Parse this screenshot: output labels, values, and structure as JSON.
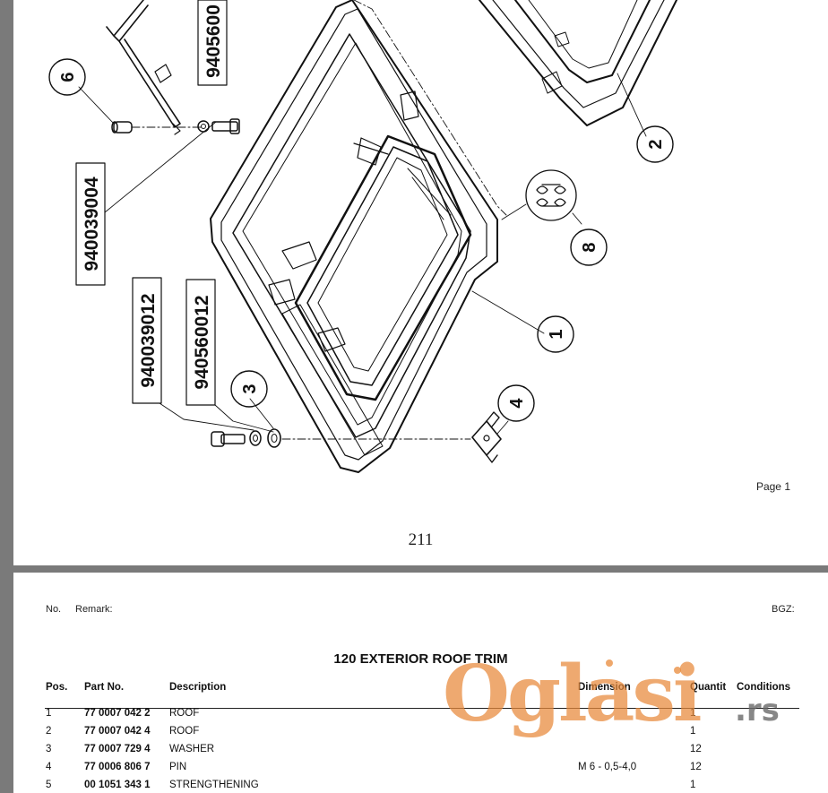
{
  "diagram": {
    "callouts": [
      "6",
      "2",
      "8",
      "1",
      "3",
      "4"
    ],
    "part_labels": [
      "9405600",
      "940039004",
      "940039012",
      "940560012"
    ]
  },
  "page1": {
    "footer_label": "Page 1",
    "page_number": "211"
  },
  "page2": {
    "header": {
      "no": "No.",
      "remark": "Remark:",
      "bgz": "BGZ:"
    },
    "section_title": "120 EXTERIOR ROOF TRIM",
    "columns": [
      "Pos.",
      "Part No.",
      "Description",
      "Dimension",
      "Quantit",
      "Conditions"
    ],
    "rows": [
      {
        "pos": "1",
        "part": "77 0007 042 2",
        "desc": "ROOF",
        "dim": "",
        "qty": "1"
      },
      {
        "pos": "2",
        "part": "77 0007 042 4",
        "desc": "ROOF",
        "dim": "",
        "qty": "1"
      },
      {
        "pos": "3",
        "part": "77 0007 729 4",
        "desc": "WASHER",
        "dim": "",
        "qty": "12"
      },
      {
        "pos": "4",
        "part": "77 0006 806 7",
        "desc": "PIN",
        "dim": "M 6 - 0,5-4,0",
        "qty": "12"
      },
      {
        "pos": "5",
        "part": "00 1051 343 1",
        "desc": "STRENGTHENING",
        "dim": "",
        "qty": "1"
      }
    ]
  },
  "watermark": {
    "brand": "Oglasi",
    "tld": ".rs",
    "brand_color": "#e8893a"
  }
}
